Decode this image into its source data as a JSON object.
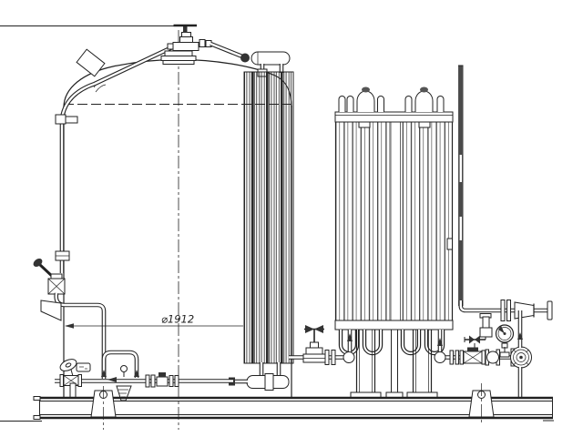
{
  "drawing": {
    "type": "technical-line-drawing",
    "subject": "cryogenic-storage-tank-with-ambient-vaporizer-skid",
    "annotations": {
      "diameter_label": "⌀1912"
    },
    "colors": {
      "line": "#222222",
      "dark_fill": "#333333",
      "heavy_pipe": "#4a4a4a",
      "background": "#ffffff"
    },
    "components": [
      "storage-tank",
      "dished-head",
      "tangent-line",
      "tank-centerline",
      "head-nameplate",
      "weld-seam-marks",
      "fill-line",
      "pipe-clamp",
      "fill-line-lever-valve",
      "gusset-plate",
      "top-fill-valve",
      "valve-handwheel",
      "tank-top-flange-stack",
      "pressure-build-header",
      "tank-side-vaporizer-coil",
      "tank-bottom-header",
      "bottom-manifold",
      "bypass-loop",
      "flow-arrows",
      "line-strainer",
      "manifold-handwheel-valve",
      "valve-tag",
      "support-post",
      "diameter-dimension",
      "ambient-vaporizer-module-1",
      "ambient-vaporizer-module-2",
      "vaporizer-top-plate",
      "vaporizer-bottom-plate",
      "vaporizer-tube-caps",
      "vaporizer-dome-caps",
      "vaporizer-u-bends",
      "vaporizer-legs",
      "vaporizer-feed-valve",
      "vaporizer-feed-elbow",
      "vaporizer-discharge-elbow",
      "vent-riser",
      "discharge-line",
      "reducer-cone",
      "blind-flange",
      "safety-relief-valve",
      "instrument-valve",
      "line-valve",
      "check-valve",
      "pressure-gauge",
      "pressure-regulator-end-view",
      "base-skid",
      "ground-line",
      "lifting-lug-left",
      "lifting-lug-right"
    ]
  }
}
